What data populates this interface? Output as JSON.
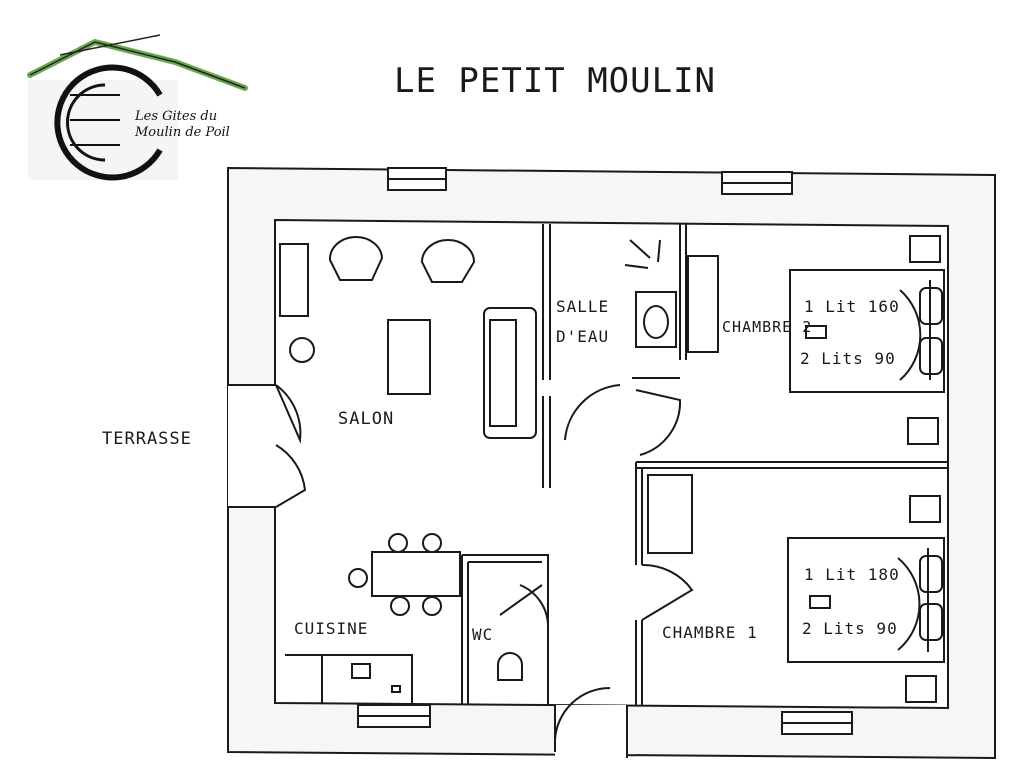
{
  "title": "LE PETIT MOULIN",
  "logo": {
    "line1": "Les Gites du",
    "line2": "Moulin de Poil",
    "roof_color": "#6aa84f",
    "mark_color": "#111111"
  },
  "rooms": {
    "terrasse": "TERRASSE",
    "salon": "SALON",
    "salle_eau_1": "SALLE",
    "salle_eau_2": "D'EAU",
    "chambre2": "CHAMBRE 2",
    "chambre1": "CHAMBRE 1",
    "cuisine": "CUISINE",
    "wc": "WC"
  },
  "beds": {
    "chambre2": {
      "line1": "1 Lit 160",
      "line2": "2 Lits 90"
    },
    "chambre1": {
      "line1": "1 Lit 180",
      "line2": "2 Lits 90"
    }
  },
  "colors": {
    "ink": "#1a1a1a",
    "wall_fill": "#f6f6f6"
  }
}
